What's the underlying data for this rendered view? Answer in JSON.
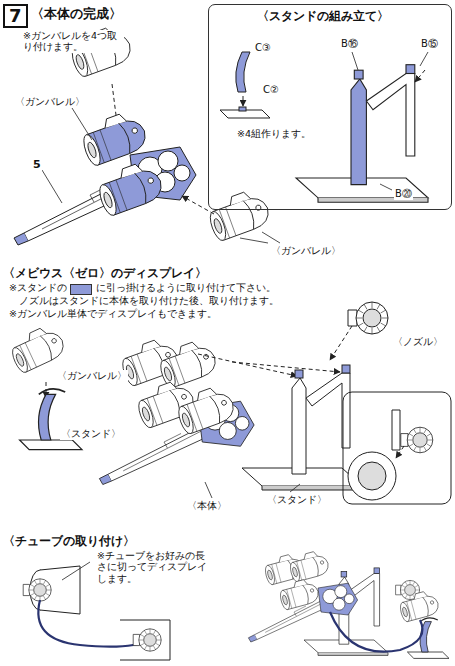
{
  "diagram": {
    "nodes": [
      {
        "text": [
          "7"
        ]
      },
      {
        "text": [
          "〈スタンドの組み立て〉"
        ]
      }
    ],
    "labels": [
      "〈本体の完成〉",
      "※ガンバレルを4つ取り付けます。",
      "〈ガンバレル〉",
      "5",
      "〈ガンバレル〉",
      "C③",
      "C②",
      "※4組作ります。",
      "B⑯",
      "B⑮",
      "B⑳",
      "〈メビウス〈ゼロ〉のディスプレイ〉",
      "※スタンドの",
      "に引っ掛けるように取り付けて下さい。",
      "ノズルはスタンドに本体を取り付けた後、取り付けます。",
      "※ガンバレル単体でディスプレイもできます。",
      "〈ノズル〉",
      "〈ガンバレル〉",
      "〈スタンド〉",
      "〈スタンド〉",
      "〈本体〉",
      "〈チューブの取り付け〉",
      "※チューブをお好みの長さに切ってディスプレイします。"
    ]
  }
}
